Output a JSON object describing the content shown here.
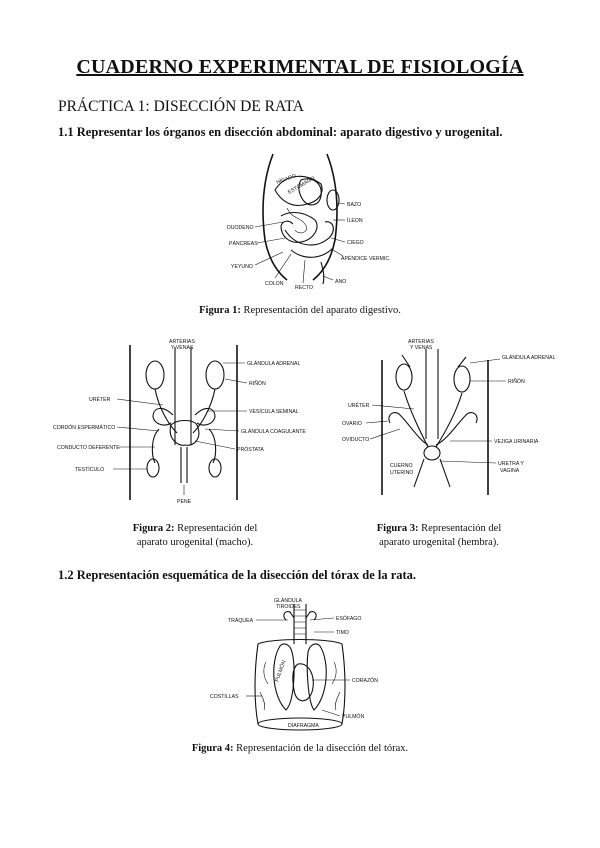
{
  "document": {
    "title": "CUADERNO EXPERIMENTAL DE FISIOLOGÍA",
    "practice_heading": "PRÁCTICA 1: DISECCIÓN DE RATA",
    "section_1_1": "1.1 Representar los órganos en disección abdominal: aparato digestivo y urogenital.",
    "section_1_2": "1.2 Representación esquemática de la disección del tórax de la rata."
  },
  "figure1": {
    "caption_label": "Figura 1:",
    "caption_text": " Representación del aparato digestivo.",
    "labels": {
      "higado": "HÍGADO",
      "estomago": "ESTÓMAGO",
      "duodeno": "DUODENO",
      "pancreas": "PÁNCREAS",
      "yeyuno": "YEYUNO",
      "colon": "COLON",
      "recto": "RECTO",
      "ano": "ANO",
      "bazo": "BAZO",
      "ileon": "ÍLEON",
      "ciego": "CIEGO",
      "apendice": "APÉNDICE VERMIC."
    }
  },
  "figure2": {
    "caption_label": "Figura 2:",
    "caption_text": " Representación del",
    "caption_line2": "aparato urogenital (macho).",
    "labels": {
      "arterias": "ARTERIAS",
      "venas": "Y VENAS",
      "glandula": "GLÁNDULA ADRENAL",
      "rinon": "RIÑÓN",
      "ureter": "URÉTER",
      "vesicula": "VESÍCULA SEMINAL",
      "cordon": "CORDÓN ESPERMÁTICO",
      "glande": "GLÁNDULA COAGULANTE",
      "conducto": "CONDUCTO DEFERENTE",
      "prostata": "PRÓSTATA",
      "testiculo": "TESTÍCULO",
      "pene": "PENE"
    }
  },
  "figure3": {
    "caption_label": "Figura 3:",
    "caption_text": " Representación del",
    "caption_line2": "aparato urogenital (hembra).",
    "labels": {
      "arterias": "ARTERIAS",
      "venas": "Y VENAS",
      "glandula": "GLÁNDULA ADRENAL",
      "rinon": "RIÑÓN",
      "ureter": "URÉTER",
      "ovario": "OVARIO",
      "oviducto": "OVIDUCTO",
      "cuerno": "CUERNO",
      "uterino": "UTERINO",
      "vejiga": "VEJIGA URINARIA",
      "uretra": "URETRA Y",
      "vagina": "VAGINA"
    }
  },
  "figure4": {
    "caption_label": "Figura 4:",
    "caption_text": " Representación de la disección del tórax.",
    "labels": {
      "glandula": "GLÁNDULA",
      "tiroides": "TIROIDES",
      "traquea": "TRÁQUEA",
      "esofago": "ESÓFAGO",
      "timo": "TIMO",
      "pulmon": "PULMÓN",
      "corazon": "CORAZÓN",
      "costillas": "COSTILLAS",
      "pulmon2": "PULMÓN",
      "diafragma": "DIAFRAGMA"
    }
  }
}
